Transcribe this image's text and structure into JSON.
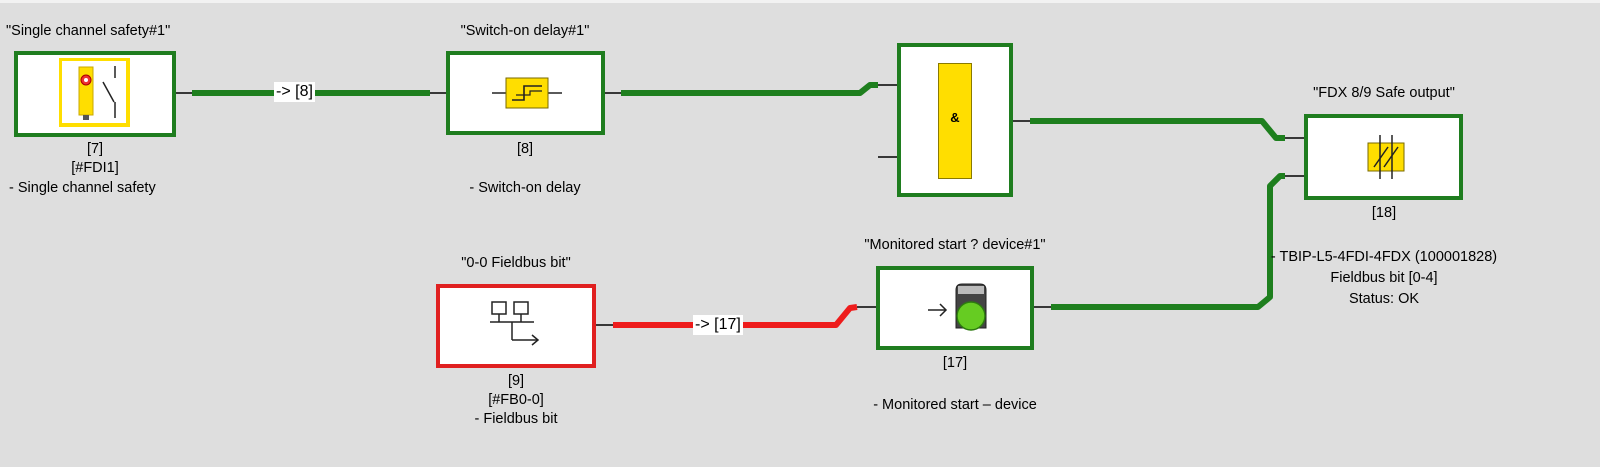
{
  "colors": {
    "ok_line": "#1e7f1e",
    "fault_line": "#ee1c1c",
    "block_yellow": "#ffde00",
    "background": "#dedede"
  },
  "blocks": {
    "single_channel": {
      "title": "\"Single channel safety#1\"",
      "number": "[7]",
      "tag": "[#FDI1]",
      "desc": "- Single channel safety",
      "icon": "safety-switch-icon"
    },
    "switch_on_delay": {
      "title": "\"Switch-on delay#1\"",
      "number": "[8]",
      "desc": "- Switch-on delay",
      "icon": "delay-icon"
    },
    "and_gate": {
      "symbol": "&",
      "icon": "and-gate-icon"
    },
    "safe_output": {
      "title": "\"FDX 8/9 Safe output\"",
      "number": "[18]",
      "desc": "- TBIP-L5-4FDI-4FDX (100001828)",
      "detail": "Fieldbus bit [0-4]",
      "status": "Status: OK",
      "icon": "safe-output-icon"
    },
    "fieldbus_bit": {
      "title": "\"0-0 Fieldbus bit\"",
      "number": "[9]",
      "tag": "[#FB0-0]",
      "desc": "- Fieldbus bit",
      "icon": "fieldbus-network-icon"
    },
    "monitored_start": {
      "title": "\"Monitored start ? device#1\"",
      "number": "[17]",
      "desc": "- Monitored start – device",
      "icon": "start-button-icon"
    }
  },
  "connections": {
    "link_to_8": "-> [8]",
    "link_to_17": "-> [17]"
  }
}
